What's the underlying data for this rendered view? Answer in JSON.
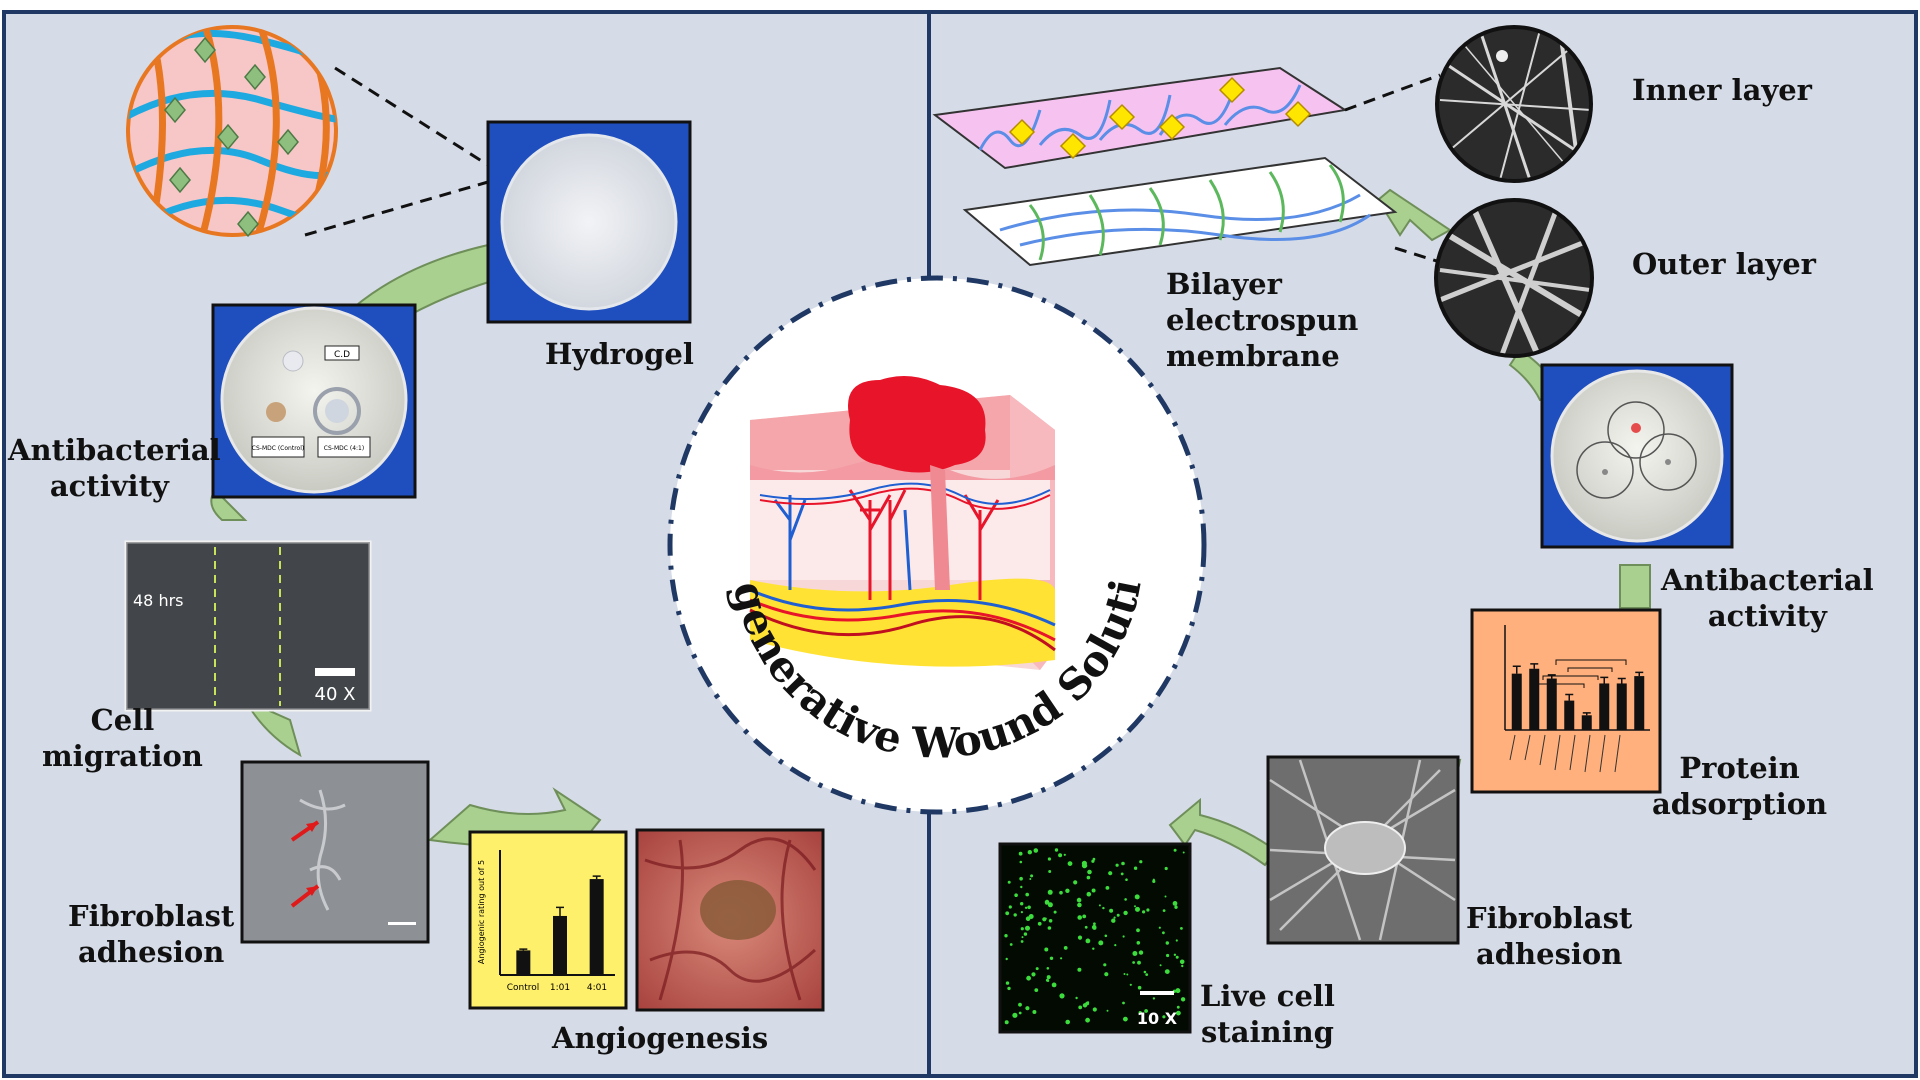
{
  "colors": {
    "panel_bg": "#d6dce7",
    "border": "#1f3864",
    "arrow_green": "#a9d08e",
    "arrow_stroke": "#6f8f5a",
    "fiber_orange": "#e87722",
    "fiber_blue": "#1fa9e1",
    "fiber_green": "#5cb85c",
    "hydrogel_pink": "#f7c6c7",
    "membrane_pink": "#f6c3f0",
    "diamond_yellow": "#ffe600",
    "photo_blue": "#1f4fbf",
    "chart_yellow": "#fff06b",
    "chart_orange": "#ffb07c",
    "wound_red": "#e8142a",
    "circle_dash": "#1f3864"
  },
  "center": {
    "title": "Regenerative Wound Solution"
  },
  "left_panel": {
    "hydrogel": "Hydrogel",
    "antibacterial": [
      "Antibacterial",
      "activity"
    ],
    "cell_migration": [
      "Cell",
      "migration"
    ],
    "fibroblast_adhesion": [
      "Fibroblast",
      "adhesion"
    ],
    "angiogenesis": "Angiogenesis",
    "migration_time": "48 hrs",
    "migration_mag": "40 X",
    "petri_labels": [
      "C.D",
      "CS-MDC (Control)",
      "CS-MDC (4:1)"
    ],
    "angio_chart": {
      "ylabel": "Angiogenic rating out of 5",
      "categories": [
        "Control",
        "1:01",
        "4:01"
      ]
    }
  },
  "right_panel": {
    "inner_layer": "Inner layer",
    "outer_layer": "Outer layer",
    "membrane": [
      "Bilayer",
      "electrospun",
      "membrane"
    ],
    "antibacterial": [
      "Antibacterial",
      "activity"
    ],
    "protein_adsorption": [
      "Protein",
      "adsorption"
    ],
    "fibroblast_adhesion": [
      "Fibroblast",
      "adhesion"
    ],
    "live_cell": [
      "Live cell",
      "staining"
    ],
    "live_mag": "10 X"
  },
  "chart_data": [
    {
      "type": "bar",
      "ylabel": "Angiogenic rating out of 5",
      "categories": [
        "Control",
        "1:01",
        "4:01"
      ],
      "values": [
        1.0,
        2.4,
        3.9
      ],
      "errors": [
        0.05,
        0.35,
        0.12
      ],
      "ylim": [
        0,
        5
      ]
    },
    {
      "type": "bar",
      "values": [
        2.3,
        2.5,
        2.1,
        1.2,
        0.6,
        1.9,
        1.9,
        2.2
      ],
      "errors": [
        0.3,
        0.2,
        0.15,
        0.25,
        0.1,
        0.25,
        0.2,
        0.15
      ],
      "ylim": [
        0,
        4
      ]
    }
  ]
}
